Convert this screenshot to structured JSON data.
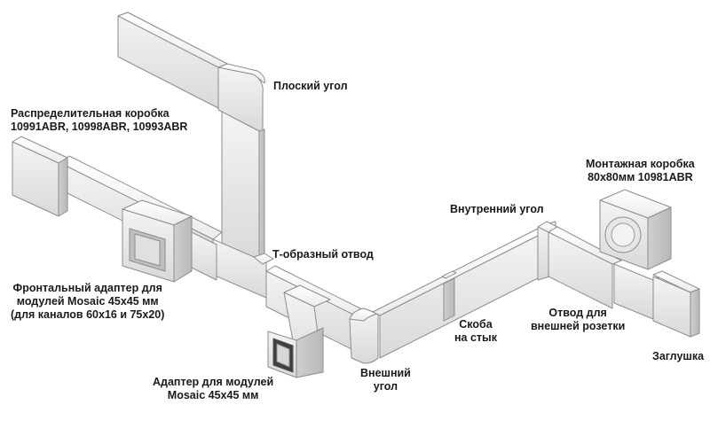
{
  "labels": {
    "flat_corner": [
      "Плоский угол"
    ],
    "distribution_box": [
      "Распределительная коробка",
      "10991ABR, 10998ABR, 10993ABR"
    ],
    "mounting_box": [
      "Монтажная коробка",
      "80x80мм 10981ABR"
    ],
    "inner_corner": [
      "Внутренний угол"
    ],
    "t_branch": [
      "Т-образный отвод"
    ],
    "front_adapter": [
      "Фронтальный адаптер для",
      "модулей Mosaic 45x45 мм",
      "(для каналов 60x16 и 75x20)"
    ],
    "joint_bracket": [
      "Скоба",
      "на стык"
    ],
    "socket_branch": [
      "Отвод для",
      "внешней розетки"
    ],
    "end_cap": [
      "Заглушка"
    ],
    "outer_corner": [
      "Внешний",
      "угол"
    ],
    "module_adapter": [
      "Адаптер для модулей",
      "Mosaic 45x45 мм"
    ]
  }
}
